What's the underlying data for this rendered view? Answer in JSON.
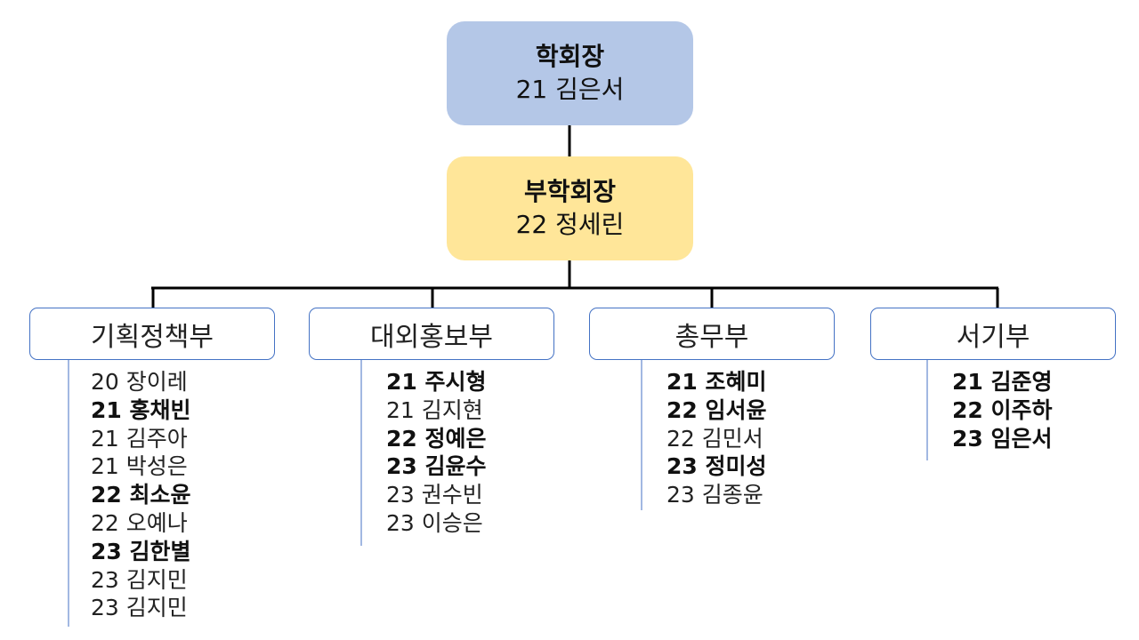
{
  "president": {
    "role": "학회장",
    "name": "21 김은서"
  },
  "vice_president": {
    "role": "부학회장",
    "name": "22 정세린"
  },
  "departments": [
    {
      "name": "기획정책부",
      "members": [
        {
          "text": "20 장이레",
          "bold": false
        },
        {
          "text": "21 홍채빈",
          "bold": true
        },
        {
          "text": "21 김주아",
          "bold": false
        },
        {
          "text": "21 박성은",
          "bold": false
        },
        {
          "text": "22 최소윤",
          "bold": true
        },
        {
          "text": "22 오예나",
          "bold": false
        },
        {
          "text": "23 김한별",
          "bold": true
        },
        {
          "text": "23 김지민",
          "bold": false
        },
        {
          "text": "23 김지민",
          "bold": false
        }
      ]
    },
    {
      "name": "대외홍보부",
      "members": [
        {
          "text": "21 주시형",
          "bold": true
        },
        {
          "text": "21 김지현",
          "bold": false
        },
        {
          "text": "22 정예은",
          "bold": true
        },
        {
          "text": "23 김윤수",
          "bold": true
        },
        {
          "text": "23 권수빈",
          "bold": false
        },
        {
          "text": "23 이승은",
          "bold": false
        }
      ]
    },
    {
      "name": "총무부",
      "members": [
        {
          "text": "21 조혜미",
          "bold": true
        },
        {
          "text": "22 임서윤",
          "bold": true
        },
        {
          "text": "22 김민서",
          "bold": false
        },
        {
          "text": "23 정미성",
          "bold": true
        },
        {
          "text": "23 김종윤",
          "bold": false
        }
      ]
    },
    {
      "name": "서기부",
      "members": [
        {
          "text": "21 김준영",
          "bold": true
        },
        {
          "text": "22 이주하",
          "bold": true
        },
        {
          "text": "23 임은서",
          "bold": true
        }
      ]
    }
  ],
  "colors": {
    "president_fill": "#b4c7e7",
    "vice_fill": "#ffe699",
    "department_border": "#4472c4",
    "connector": "#000000"
  }
}
